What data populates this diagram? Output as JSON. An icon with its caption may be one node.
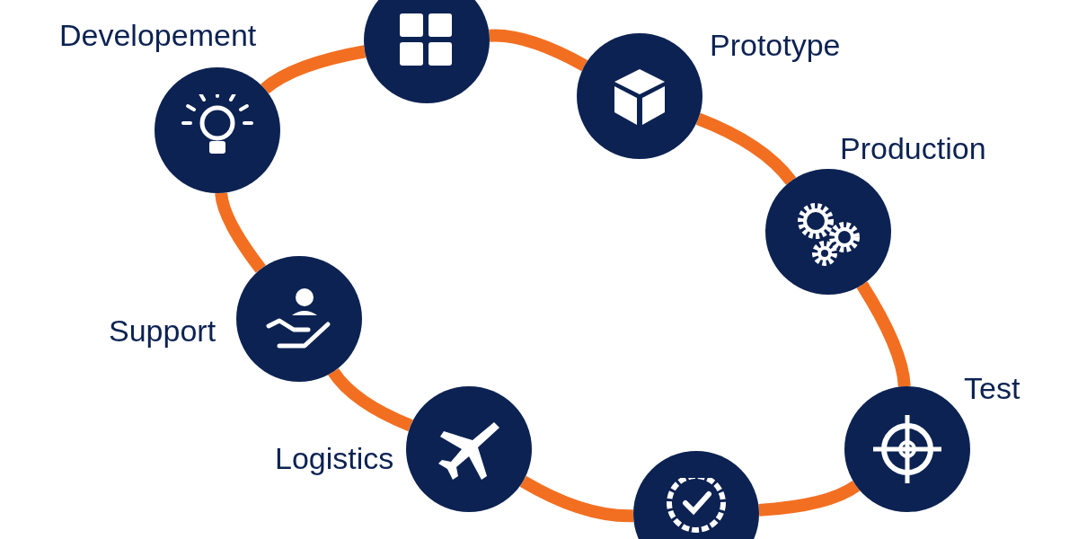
{
  "diagram": {
    "nodes": [
      {
        "text": [],
        "shape": "circle",
        "beside": [
          "Developement"
        ]
      },
      {
        "text": [],
        "shape": "circle"
      },
      {
        "text": [],
        "shape": "circle",
        "beside": [
          "Prototype"
        ]
      },
      {
        "text": [],
        "shape": "circle",
        "beside": [
          "Production"
        ]
      },
      {
        "text": [],
        "shape": "circle",
        "beside": [
          "Test"
        ]
      },
      {
        "text": [],
        "shape": "circle"
      },
      {
        "text": [],
        "shape": "circle",
        "beside": [
          "Logistics"
        ]
      },
      {
        "text": [],
        "shape": "circle",
        "beside": [
          "Support"
        ]
      }
    ],
    "edges": [
      {
        "from": 0,
        "to": 1,
        "arrow": "none"
      },
      {
        "from": 1,
        "to": 2,
        "arrow": "none"
      },
      {
        "from": 2,
        "to": 3,
        "arrow": "none"
      },
      {
        "from": 3,
        "to": 4,
        "arrow": "none"
      },
      {
        "from": 4,
        "to": 5,
        "arrow": "none"
      },
      {
        "from": 5,
        "to": 6,
        "arrow": "none"
      },
      {
        "from": 6,
        "to": 7,
        "arrow": "none"
      },
      {
        "from": 7,
        "to": 0,
        "arrow": "none"
      }
    ]
  }
}
